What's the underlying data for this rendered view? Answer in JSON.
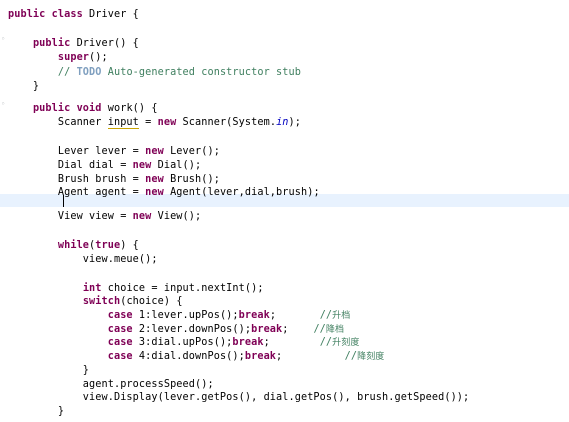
{
  "editor": {
    "lines": [
      {
        "id": "l01",
        "parts": [
          {
            "t": "public ",
            "c": "kw"
          },
          {
            "t": "class ",
            "c": "kw"
          },
          {
            "t": "Driver {"
          }
        ]
      },
      {
        "id": "l02",
        "parts": []
      },
      {
        "id": "l03",
        "parts": [
          {
            "t": "    "
          },
          {
            "t": "public ",
            "c": "kw"
          },
          {
            "t": "Driver() {"
          }
        ]
      },
      {
        "id": "l04",
        "parts": [
          {
            "t": "        "
          },
          {
            "t": "super",
            "c": "kw"
          },
          {
            "t": "();"
          }
        ]
      },
      {
        "id": "l05",
        "parts": [
          {
            "t": "        "
          },
          {
            "t": "// ",
            "c": "cm"
          },
          {
            "t": "TODO",
            "c": "todo"
          },
          {
            "t": " Auto-generated constructor stub",
            "c": "cm"
          }
        ]
      },
      {
        "id": "l06",
        "parts": [
          {
            "t": "    }"
          }
        ]
      },
      {
        "id": "l07",
        "parts": []
      },
      {
        "id": "l08",
        "parts": [
          {
            "t": "    "
          },
          {
            "t": "public ",
            "c": "kw"
          },
          {
            "t": "void ",
            "c": "kw"
          },
          {
            "t": "work() {"
          }
        ]
      },
      {
        "id": "l09",
        "parts": [
          {
            "t": "        Scanner "
          },
          {
            "t": "input",
            "c": "ul"
          },
          {
            "t": " = "
          },
          {
            "t": "new ",
            "c": "kw"
          },
          {
            "t": "Scanner(System."
          },
          {
            "t": "in",
            "c": "fld"
          },
          {
            "t": ");"
          }
        ]
      },
      {
        "id": "l10",
        "parts": []
      },
      {
        "id": "l11",
        "parts": [
          {
            "t": "        Lever lever = "
          },
          {
            "t": "new ",
            "c": "kw"
          },
          {
            "t": "Lever();"
          }
        ]
      },
      {
        "id": "l12",
        "parts": [
          {
            "t": "        Dial dial = "
          },
          {
            "t": "new ",
            "c": "kw"
          },
          {
            "t": "Dial();"
          }
        ]
      },
      {
        "id": "l13",
        "parts": [
          {
            "t": "        Brush brush = "
          },
          {
            "t": "new ",
            "c": "kw"
          },
          {
            "t": "Brush();"
          }
        ]
      },
      {
        "id": "l14",
        "parts": [
          {
            "t": "        Agent agent = "
          },
          {
            "t": "new ",
            "c": "kw"
          },
          {
            "t": "Agent(lever,dial,brush);"
          }
        ]
      },
      {
        "id": "l15",
        "parts": []
      },
      {
        "id": "l16",
        "parts": [
          {
            "t": "        View view = "
          },
          {
            "t": "new ",
            "c": "kw"
          },
          {
            "t": "View();"
          }
        ]
      },
      {
        "id": "l17",
        "parts": []
      },
      {
        "id": "l18",
        "parts": [
          {
            "t": "        "
          },
          {
            "t": "while",
            "c": "kw"
          },
          {
            "t": "("
          },
          {
            "t": "true",
            "c": "kw"
          },
          {
            "t": ") {"
          }
        ]
      },
      {
        "id": "l19",
        "parts": [
          {
            "t": "            view.meue();"
          }
        ]
      },
      {
        "id": "l20",
        "parts": []
      },
      {
        "id": "l21",
        "parts": [
          {
            "t": "            "
          },
          {
            "t": "int ",
            "c": "kw"
          },
          {
            "t": "choice = input.nextInt();"
          }
        ]
      },
      {
        "id": "l22",
        "parts": [
          {
            "t": "            "
          },
          {
            "t": "switch",
            "c": "kw"
          },
          {
            "t": "(choice) {"
          }
        ]
      },
      {
        "id": "l23",
        "parts": [
          {
            "t": "                "
          },
          {
            "t": "case ",
            "c": "kw"
          },
          {
            "t": "1:lever.upPos();"
          },
          {
            "t": "break",
            "c": "kw"
          },
          {
            "t": ";       "
          },
          {
            "t": "//",
            "c": "cm"
          },
          {
            "t": "升档",
            "c": "cm cn"
          }
        ]
      },
      {
        "id": "l24",
        "parts": [
          {
            "t": "                "
          },
          {
            "t": "case ",
            "c": "kw"
          },
          {
            "t": "2:lever.downPos();"
          },
          {
            "t": "break",
            "c": "kw"
          },
          {
            "t": ";    "
          },
          {
            "t": "//",
            "c": "cm"
          },
          {
            "t": "降档",
            "c": "cm cn"
          }
        ]
      },
      {
        "id": "l25",
        "parts": [
          {
            "t": "                "
          },
          {
            "t": "case ",
            "c": "kw"
          },
          {
            "t": "3:dial.upPos();"
          },
          {
            "t": "break",
            "c": "kw"
          },
          {
            "t": ";        "
          },
          {
            "t": "//",
            "c": "cm"
          },
          {
            "t": "升刻度",
            "c": "cm cn"
          }
        ]
      },
      {
        "id": "l26",
        "parts": [
          {
            "t": "                "
          },
          {
            "t": "case ",
            "c": "kw"
          },
          {
            "t": "4:dial.downPos();"
          },
          {
            "t": "break",
            "c": "kw"
          },
          {
            "t": ";          "
          },
          {
            "t": "//",
            "c": "cm"
          },
          {
            "t": "降刻度",
            "c": "cm cn"
          }
        ]
      },
      {
        "id": "l27",
        "parts": [
          {
            "t": "            }"
          }
        ]
      },
      {
        "id": "l28",
        "parts": [
          {
            "t": "            agent.processSpeed();"
          }
        ]
      },
      {
        "id": "l29",
        "parts": [
          {
            "t": "            view.Display(lever.getPos(), dial.getPos(), brush.getSpeed());"
          }
        ]
      },
      {
        "id": "l30",
        "parts": [
          {
            "t": "        }"
          }
        ]
      }
    ]
  }
}
